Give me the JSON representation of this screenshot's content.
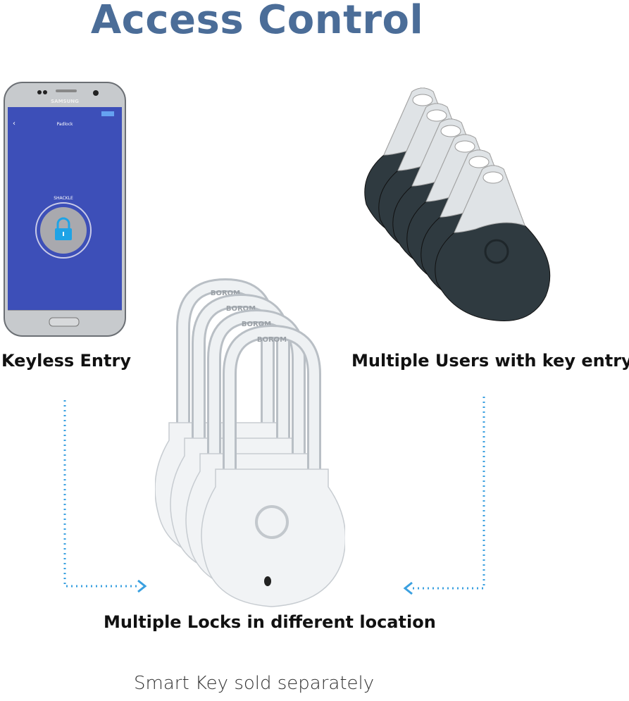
{
  "title": "Access Control",
  "phone": {
    "brand": "SAMSUNG",
    "screen_title": "Padlock",
    "lock_label": "SHACKLE",
    "screen_color": "#3d4fb8",
    "lock_icon": "padlock-icon"
  },
  "padlock_engraving": "BOROM",
  "labels": {
    "keyless": "Keyless Entry",
    "users": "Multiple Users with key entry",
    "locks": "Multiple Locks in different location"
  },
  "note": "Smart Key sold separately",
  "colors": {
    "title": "#4b6d98",
    "arrow": "#3aa0e0"
  }
}
